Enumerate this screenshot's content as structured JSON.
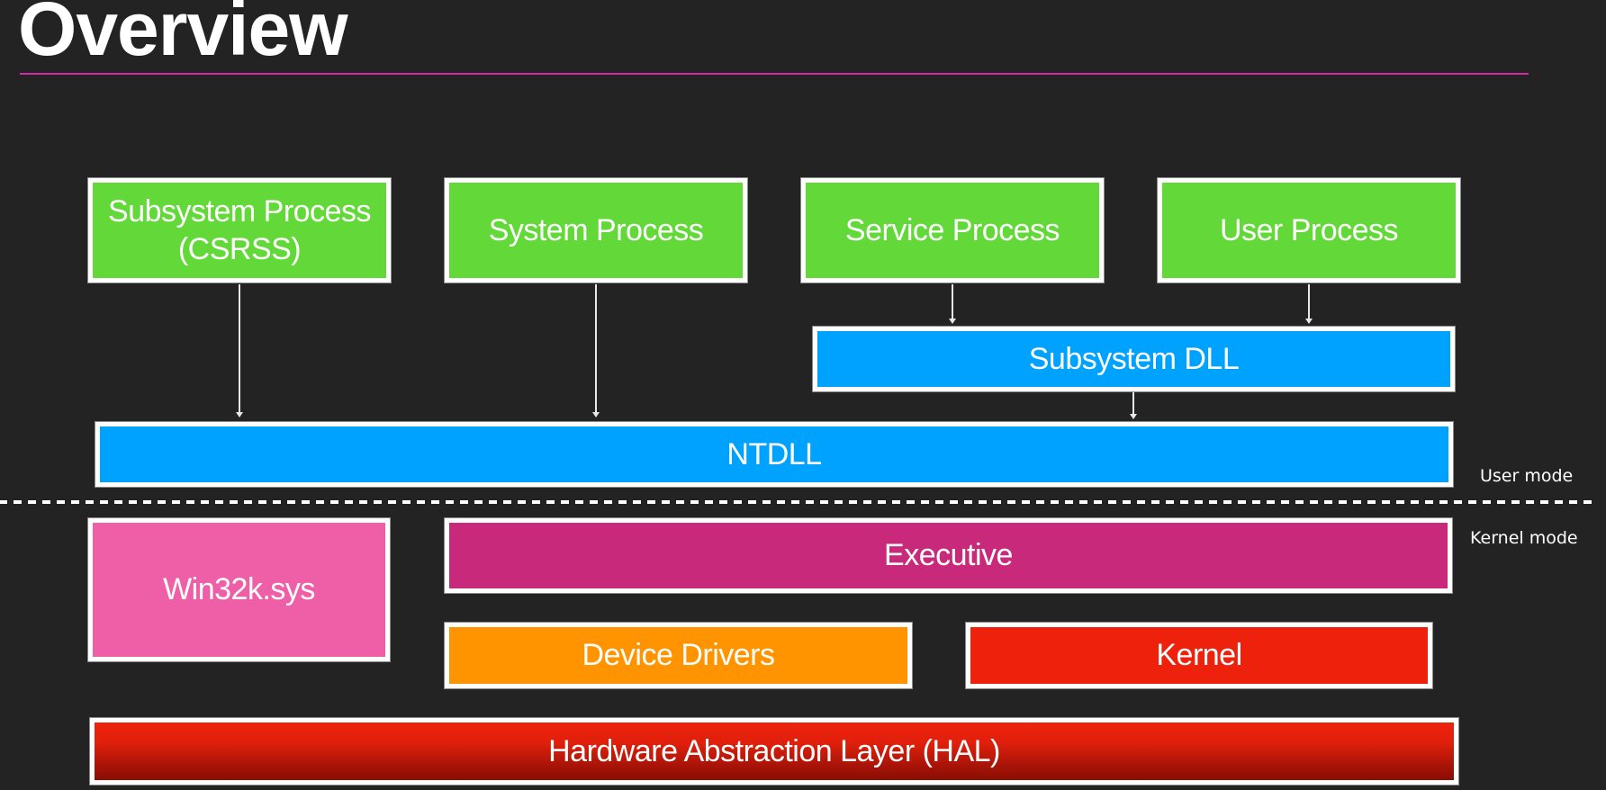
{
  "slide": {
    "title": "Overview",
    "accent_color": "#d02aa8",
    "background_color": "#232323"
  },
  "user_mode": {
    "processes": [
      {
        "label_line1": "Subsystem Process",
        "label_line2": "(CSRSS)"
      },
      {
        "label_line1": "System Process"
      },
      {
        "label_line1": "Service Process"
      },
      {
        "label_line1": "User Process"
      }
    ],
    "subsystem_dll": "Subsystem DLL",
    "ntdll": "NTDLL",
    "label": "User mode"
  },
  "kernel_mode": {
    "label": "Kernel mode",
    "win32k": "Win32k.sys",
    "executive": "Executive",
    "device_drivers": "Device Drivers",
    "kernel": "Kernel",
    "hal": "Hardware Abstraction Layer (HAL)"
  },
  "colors": {
    "process": "#62d938",
    "dll": "#00a2ff",
    "win32k": "#ef5fa7",
    "executive": "#c8297a",
    "device_drivers": "#ff9300",
    "kernel": "#ee220c",
    "hal_top": "#ee220c",
    "hal_bottom": "#8a0d02"
  },
  "connections": [
    {
      "from": "Subsystem Process (CSRSS)",
      "to": "NTDLL"
    },
    {
      "from": "System Process",
      "to": "NTDLL"
    },
    {
      "from": "Service Process",
      "to": "Subsystem DLL"
    },
    {
      "from": "User Process",
      "to": "Subsystem DLL"
    },
    {
      "from": "Subsystem DLL",
      "to": "NTDLL"
    }
  ]
}
